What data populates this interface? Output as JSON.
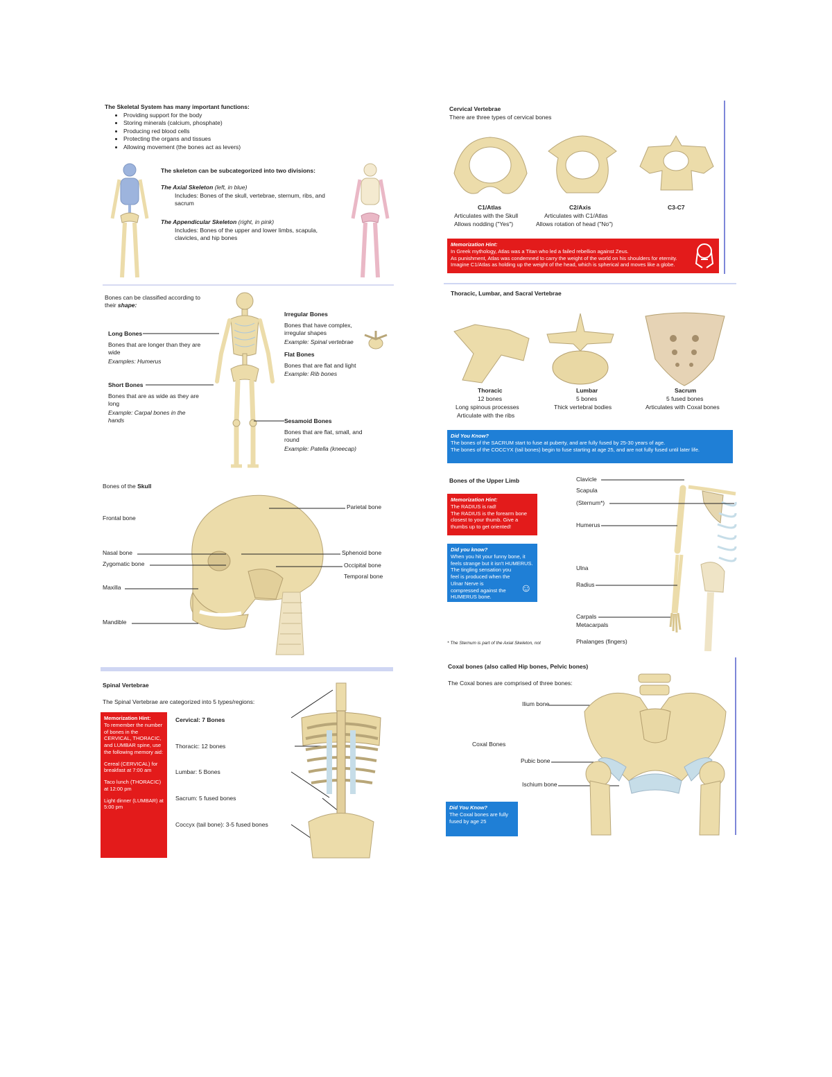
{
  "skeletal": {
    "intro": "The Skeletal System has many important functions:",
    "functions": [
      "Providing support for the body",
      "Storing minerals (calcium, phosphate)",
      "Producing red blood cells",
      "Protecting the organs and tissues",
      "Allowing movement (the bones act as levers)"
    ],
    "divisions_intro": "The skeleton can be subcategorized into two divisions:",
    "axial_title": "The Axial Skeleton",
    "axial_side": "(left, in blue)",
    "axial_desc": "Includes: Bones of the skull, vertebrae, sternum, ribs, and sacrum",
    "appendicular_title": "The Appendicular Skeleton",
    "appendicular_side": "(right, in pink)",
    "appendicular_desc": "Includes: Bones of the upper and lower limbs, scapula, clavicles, and hip bones"
  },
  "shape": {
    "intro_a": "Bones can be classified according to",
    "intro_b": "their",
    "intro_c": "shape:",
    "long_title": "Long Bones",
    "long_desc": "Bones that are longer than they are wide",
    "long_example": "Examples: Humerus",
    "short_title": "Short Bones",
    "short_desc": "Bones that are as wide as they are long",
    "short_example": "Example: Carpal bones in the hands",
    "irregular_title": "Irregular Bones",
    "irregular_desc": "Bones that have complex, irregular shapes",
    "irregular_example": "Example: Spinal vertebrae",
    "flat_title": "Flat Bones",
    "flat_desc": "Bones that are flat and light",
    "flat_example": "Example: Rib bones",
    "sesamoid_title": "Sesamoid Bones",
    "sesamoid_desc": "Bones that are flat, small, and round",
    "sesamoid_example": "Example: Patella (kneecap)"
  },
  "skull": {
    "title_a": "Bones of the",
    "title_b": "Skull",
    "labels": {
      "frontal": "Frontal bone",
      "nasal": "Nasal bone",
      "zygomatic": "Zygomatic bone",
      "maxilla": "Maxilla",
      "mandible": "Mandible",
      "parietal": "Parietal bone",
      "sphenoid": "Sphenoid bone",
      "occipital": "Occipital bone",
      "temporal": "Temporal bone"
    }
  },
  "spinal": {
    "title": "Spinal Vertebrae",
    "intro": "The Spinal Vertebrae are categorized into 5 types/regions:",
    "hint": [
      "Memorization Hint:",
      "To remember the number of bones in the CERVICAL, THORACIC, and LUMBAR spine, use the following memory aid:",
      "Cereal (CERVICAL) for breakfast at 7:00 am",
      "Taco lunch (THORACIC) at 12:00 pm",
      "Light dinner (LUMBAR) at 5:00 pm"
    ],
    "regions": [
      "Cervical: 7 Bones",
      "Thoracic: 12 bones",
      "Lumbar: 5 Bones",
      "Sacrum: 5 fused bones",
      "Coccyx (tail bone): 3-5 fused bones"
    ]
  },
  "cervical": {
    "title": "Cervical Vertebrae",
    "intro": "There are three types of cervical bones",
    "c1_title": "C1/Atlas",
    "c1_l1": "Articulates with the Skull",
    "c1_l2": "Allows nodding (\"Yes\")",
    "c2_title": "C2/Axis",
    "c2_l1": "Articulates with C1/Atlas",
    "c2_l2": "Allows rotation of head (\"No\")",
    "c3_title": "C3-C7",
    "hint_title": "Memorization Hint:",
    "hint_l1": "In Greek mythology, Atlas was a Titan who led a failed rebellion against Zeus.",
    "hint_l2": "As punishment, Atlas was condemned to carry the weight of the world on his shoulders for eternity.",
    "hint_l3": "Imagine C1/Atlas as holding up the weight of the head, which is spherical and moves like a globe."
  },
  "tls": {
    "title": "Thoracic, Lumbar, and Sacral Vertebrae",
    "thoracic_title": "Thoracic",
    "thoracic_l1": "12 bones",
    "thoracic_l2": "Long spinous processes",
    "thoracic_l3": "Articulate with the ribs",
    "lumbar_title": "Lumbar",
    "lumbar_l1": "5 bones",
    "lumbar_l2": "Thick vertebral bodies",
    "sacrum_title": "Sacrum",
    "sacrum_l1": "5 fused bones",
    "sacrum_l2": "Articulates with Coxal bones",
    "dyk_title": "Did You Know?",
    "dyk_l1": "The bones of the SACRUM start to fuse at puberty, and are fully fused by 25-30 years of age.",
    "dyk_l2": "The bones of the COCCYX (tail bones) begin to fuse starting at age 25, and are not fully fused until later life."
  },
  "upper": {
    "title": "Bones of the Upper Limb",
    "hint_title": "Memorization Hint:",
    "hint_l1": "The RADIUS is rad!",
    "hint_l2": "The RADIUS is the forearm bone closest to your thumb. Give a thumbs up to get oriented!",
    "dyk_title": "Did you know?",
    "dyk_l1": "When you hit your funny bone, it feels strange but it isn't HUMERUS.",
    "dyk_l2": "The tingling sensation you feel is produced when the Ulnar Nerve is compressed against the HUMERUS bone.",
    "footnote": "* The Sternum is part of the Axial Skeleton, not",
    "labels": {
      "clavicle": "Clavicle",
      "scapula": "Scapula",
      "sternum": "(Sternum*)",
      "humerus": "Humerus",
      "ulna": "Ulna",
      "radius": "Radius",
      "carpals": "Carpals",
      "metacarpals": "Metacarpals",
      "phalanges": "Phalanges (fingers)"
    }
  },
  "coxal": {
    "title": "Coxal bones (also called Hip bones, Pelvic bones)",
    "intro": "The Coxal bones are comprised of three bones:",
    "coxal_label": "Coxal Bones",
    "ilium": "Ilium bone",
    "pubic": "Pubic bone",
    "ischium": "Ischium bone",
    "dyk_title": "Did You Know?",
    "dyk_l1": "The Coxal bones are fully fused by age 25"
  },
  "colors": {
    "red": "#e31b1b",
    "blue": "#1f7fd6",
    "bone": "#ecdcaa",
    "axial": "#9db4dd",
    "appendicular": "#eab8c6"
  }
}
